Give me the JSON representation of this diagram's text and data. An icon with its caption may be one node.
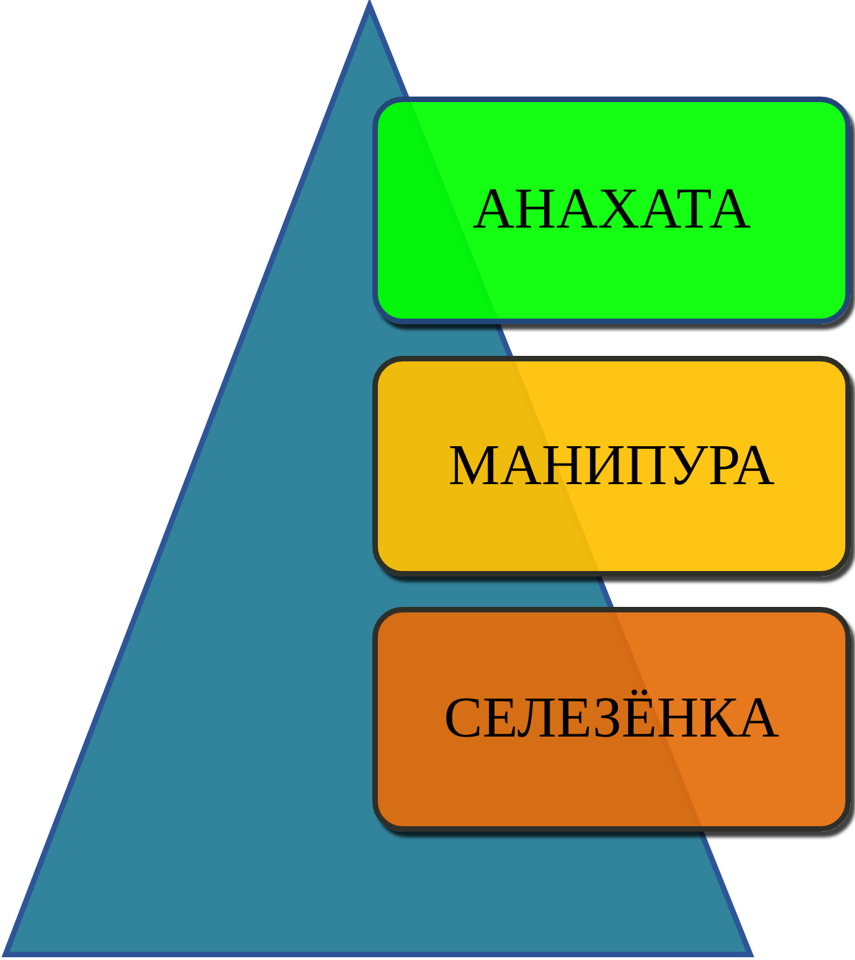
{
  "diagram": {
    "nodes": [
      {
        "text": [
          "АНАХАТА"
        ]
      },
      {
        "text": [
          "МАНИПУРА"
        ]
      },
      {
        "text": [
          "СЕЛЕЗЁНКА"
        ]
      }
    ]
  }
}
